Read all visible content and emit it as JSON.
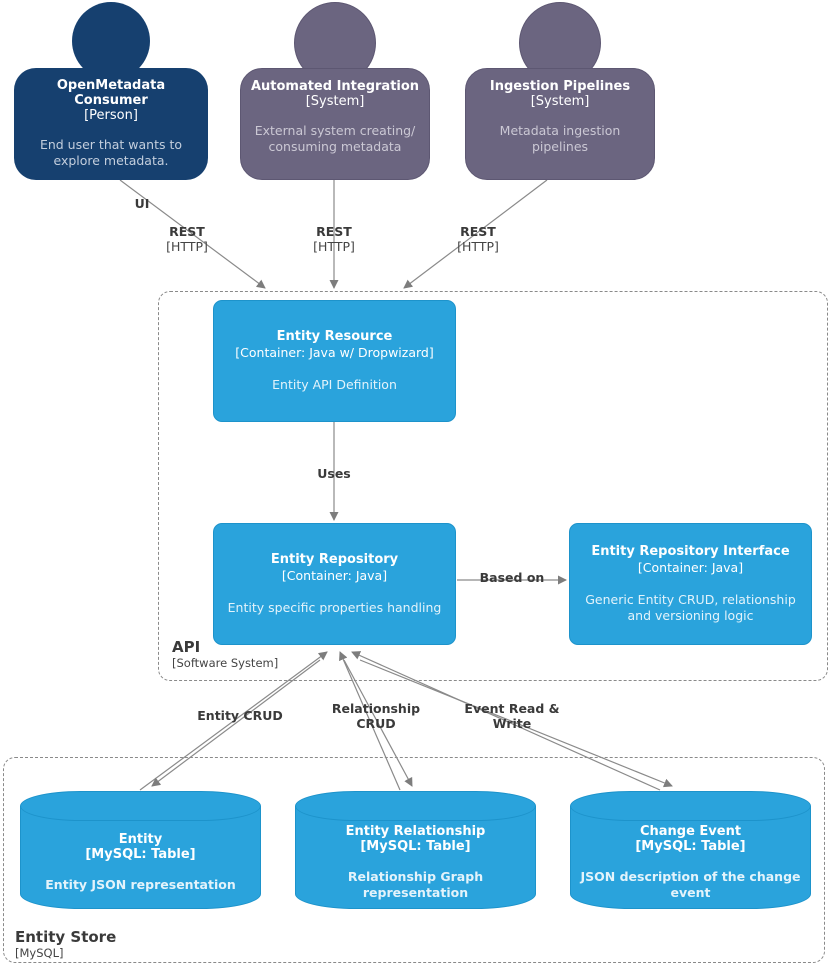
{
  "diagram": {
    "type": "c4-container-diagram",
    "colors": {
      "person": "#16406f",
      "system": "#6b6580",
      "container": "#2aa3dc",
      "boundary_border": "#8a8a8a",
      "label_text": "#3a3a3a",
      "canvas": "#ffffff"
    }
  },
  "actors": [
    {
      "id": "openmetadata-consumer",
      "kind": "person",
      "title": "OpenMetadata Consumer",
      "tech": "[Person]",
      "desc": "End user that wants to explore metadata."
    },
    {
      "id": "automated-integration",
      "kind": "system",
      "title": "Automated Integration",
      "tech": "[System]",
      "desc": "External system creating/ consuming metadata"
    },
    {
      "id": "ingestion-pipelines",
      "kind": "system",
      "title": "Ingestion Pipelines",
      "tech": "[System]",
      "desc": "Metadata ingestion pipelines"
    }
  ],
  "boundaries": [
    {
      "id": "api",
      "title": "API",
      "tech": "[Software System]"
    },
    {
      "id": "entity-store",
      "title": "Entity Store",
      "tech": "[MySQL]"
    }
  ],
  "containers": [
    {
      "id": "entity-resource",
      "title": "Entity Resource",
      "tech": "[Container: Java w/ Dropwizard]",
      "desc": "Entity API Definition"
    },
    {
      "id": "entity-repository",
      "title": "Entity Repository",
      "tech": "[Container: Java]",
      "desc": "Entity specific properties handling"
    },
    {
      "id": "entity-repository-interface",
      "title": "Entity Repository Interface",
      "tech": "[Container: Java]",
      "desc": "Generic Entity CRUD, relationship and versioning logic"
    }
  ],
  "databases": [
    {
      "id": "entity-table",
      "title": "Entity",
      "tech": "[MySQL: Table]",
      "desc": "Entity JSON representation"
    },
    {
      "id": "entity-relationship-table",
      "title": "Entity Relationship",
      "tech": "[MySQL: Table]",
      "desc": "Relationship Graph representation"
    },
    {
      "id": "change-event-table",
      "title": "Change Event",
      "tech": "[MySQL: Table]",
      "desc": "JSON description of the change event"
    }
  ],
  "edges": [
    {
      "id": "ui",
      "title": "UI",
      "tech": ""
    },
    {
      "id": "rest-1",
      "title": "REST",
      "tech": "[HTTP]"
    },
    {
      "id": "rest-2",
      "title": "REST",
      "tech": "[HTTP]"
    },
    {
      "id": "rest-3",
      "title": "REST",
      "tech": "[HTTP]"
    },
    {
      "id": "uses",
      "title": "Uses",
      "tech": ""
    },
    {
      "id": "based-on",
      "title": "Based on",
      "tech": ""
    },
    {
      "id": "entity-crud",
      "title": "Entity CRUD",
      "tech": ""
    },
    {
      "id": "relationship-crud",
      "title": "Relationship CRUD",
      "tech": ""
    },
    {
      "id": "event-read-write",
      "title": "Event Read & Write",
      "tech": ""
    }
  ]
}
